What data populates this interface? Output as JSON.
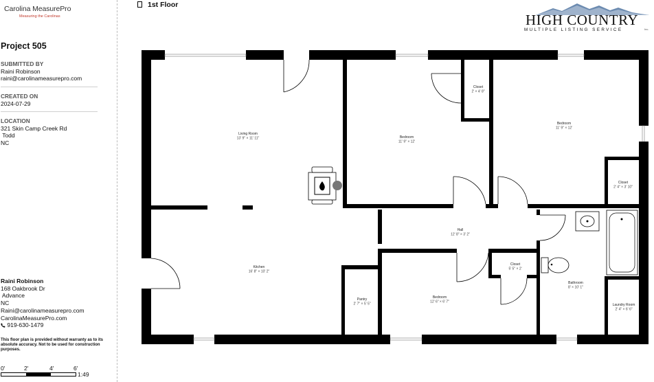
{
  "brand": {
    "name": "Carolina MeasurePro",
    "tagline": "Measuring the Carolinas"
  },
  "project": {
    "title": "Project 505"
  },
  "submitted": {
    "heading": "SUBMITTED BY",
    "name": "Raini Robinson",
    "email": "raini@carolinameasurepro.com"
  },
  "created": {
    "heading": "CREATED ON",
    "date": "2024-07-29"
  },
  "location": {
    "heading": "LOCATION",
    "street": "321 Skin Camp Creek Rd",
    "city": " Todd",
    "state": "NC"
  },
  "contact": {
    "name": "Raini Robinson",
    "street": "168 Oakbrook Dr",
    "city": " Advance",
    "state": "NC",
    "email": "Raini@carolinameasurepro.com",
    "website": "CarolinaMeasurePro.com",
    "phone_icon": "phone-icon",
    "phone": " 919-630-1479"
  },
  "disclaimer": "This floor plan is provided without warranty as to its absolute accuracy. Not to be used for construction purposes.",
  "scale": {
    "labels": [
      "0'",
      "2'",
      "4'",
      "6'"
    ],
    "ratio": "1:49"
  },
  "floor": {
    "title": "1st Floor",
    "icon": "floor-icon"
  },
  "logo": {
    "main": "HIGH COUNTRY",
    "sub": "MULTIPLE LISTING SERVICE",
    "tm": "Inc."
  },
  "rooms": [
    {
      "id": "living-room",
      "name": "Living Room",
      "dims": "13' 9\" × 11' 11\""
    },
    {
      "id": "bedroom-1",
      "name": "Bedroom",
      "dims": "11' 9\" × 12'"
    },
    {
      "id": "closet-1",
      "name": "Closet",
      "dims": "2' × 4' 8\""
    },
    {
      "id": "bedroom-2",
      "name": "Bedroom",
      "dims": "11' 9\" × 12'"
    },
    {
      "id": "closet-2",
      "name": "Closet",
      "dims": "2' 4\" × 3' 10\""
    },
    {
      "id": "hall",
      "name": "Hall",
      "dims": "12' 8\" × 3' 2\""
    },
    {
      "id": "kitchen",
      "name": "Kitchen",
      "dims": "16' 8\" × 10' 2\""
    },
    {
      "id": "pantry",
      "name": "Pantry",
      "dims": "2' 7\" × 5' 5\""
    },
    {
      "id": "bedroom-3",
      "name": "Bedroom",
      "dims": "12' 6\" × 6' 7\""
    },
    {
      "id": "closet-3",
      "name": "Closet",
      "dims": "5' 5\" × 2'"
    },
    {
      "id": "bathroom",
      "name": "Bathroom",
      "dims": "8' × 10' 1\""
    },
    {
      "id": "laundry-room",
      "name": "Laundry Room",
      "dims": "2' 4\" × 6' 6\""
    }
  ],
  "icons": {
    "fireplace": "fireplace-icon",
    "toilet": "toilet-icon",
    "sink": "sink-icon",
    "bathtub": "bathtub-icon",
    "mountain": "mountain-logo-icon"
  }
}
